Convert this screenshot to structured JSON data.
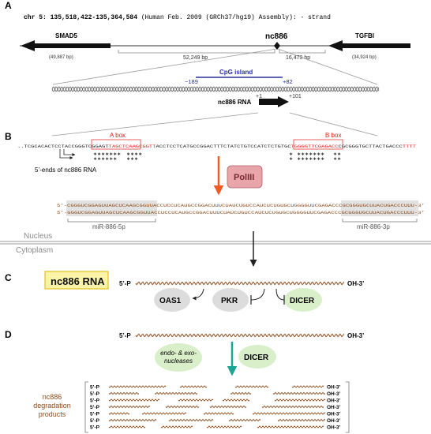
{
  "panels": {
    "a": "A",
    "b": "B",
    "c": "C",
    "d": "D"
  },
  "panel_a": {
    "coord_bold": "chr 5: 135,518,422-135,364,584",
    "coord_rest": " (Human Feb. 2009 (GRCh37/hg19) Assembly): - strand",
    "smad5": "SMAD5",
    "smad5_len": "(49,887 bp)",
    "nc886": "nc886",
    "tgfbi": "TGFBI",
    "tgfbi_len": "(34,924 bp)",
    "dist_left": "52,249 bp",
    "dist_right": "16,479 bp",
    "cpg": "CpG island",
    "cpg_left": "−189",
    "cpg_right": "+82",
    "pos_start": "+1",
    "pos_end": "+101",
    "rna_label": "nc886 RNA"
  },
  "panel_b": {
    "seq_dots": "..",
    "seq_pre": "TCGCACACTCCTACC",
    "seq_g": "GGGTCGGAGT",
    "seq_abox": "TAGCTCAAGCGGTT",
    "seq_mid": "ACCTCCTCATGCCGGACTTTCTATCTGTCCATCTCTGTGC",
    "seq_bbox": "TGGGGTTCGAGACC",
    "seq_post": "CGCGGGTGCTTACTGACCC",
    "seq_t": "TTTT",
    "abox": "A box",
    "bbox": "B box",
    "stars_a1": "∗∗∗∗∗∗∗",
    "stars_a2": "∗∗∗∗",
    "stars_b1": "∗",
    "stars_b2": "∗∗∗∗∗∗∗",
    "stars_b3": "∗∗",
    "stars_row2_a": "∗∗∗∗∗∗",
    "stars_row2_b": "∗∗∗",
    "stars_row2_c": "∗",
    "stars_row2_d": "∗∗∗∗∗∗∗",
    "stars_row2_e": "∗∗",
    "five_ends": "5’-ends of nc886 RNA",
    "pol": "PolIII",
    "five": "5’-",
    "three": "-3’",
    "rna1_mir5p": "CGGGUCGGAGUUAGCUCAAGCGGU",
    "rna1_mid": "UACCUCCUCAUGCCGGACUUUCUAUCUGUCCAUCUCUGUGCUGGGGUUCGAGACC",
    "rna1_mir3p": "CGCGGGUGCUUACUGACCCUUU",
    "rna2_mir5p": "GGGUCGGAGUUAGCUCAAGCGGU",
    "rna2_mid": "UACCUCCUCAUGCCGGACUUUCUAUCUGUCCAUCUCUGUGCUGGGGUUCGAGACC",
    "rna2_mir3p": "CGCGGGUGCUUACUGACCCUUU",
    "mir5p": "miR-886-5p",
    "mir3p": "miR-886-3p",
    "nucleus": "Nucleus",
    "cytoplasm": "Cytoplasm"
  },
  "panel_c": {
    "title": "nc886 RNA",
    "five_p": "5’-P",
    "oh3": "OH-3’",
    "oas1": "OAS1",
    "pkr": "PKR",
    "dicer": "DICER"
  },
  "panel_d": {
    "five_p": "5’-P",
    "oh3": "OH-3’",
    "endo_1": "endo- & exo-",
    "endo_2": "nucleases",
    "dicer": "DICER",
    "products_1": "nc886",
    "products_2": "degradation",
    "products_3": "products"
  },
  "colors": {
    "red": "#e0201b",
    "blue": "#2a2f9e",
    "brown": "#8b4a1a",
    "highlight": "#fbf3a8",
    "highlight_border": "#d9b600",
    "pol_fill": "#e9a6aa",
    "pol_stroke": "#b0626a",
    "pol_arrow": "#f05a24",
    "teal": "#1ba694",
    "green_fill": "#d9efc9",
    "gray_fill": "#dcdcdc"
  }
}
